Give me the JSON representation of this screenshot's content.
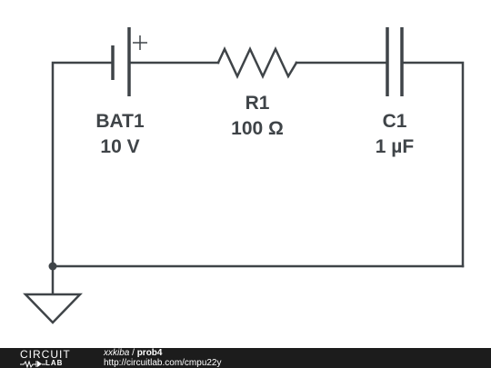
{
  "components": {
    "battery": {
      "name": "BAT1",
      "value": "10 V",
      "polarity_mark": "+"
    },
    "resistor": {
      "name": "R1",
      "value": "100 Ω"
    },
    "capacitor": {
      "name": "C1",
      "value": "1 µF"
    },
    "ground": {
      "symbol": "ground-symbol"
    }
  },
  "footer": {
    "logo_top": "CIRCUIT",
    "logo_bottom": "LAB",
    "author": "xxkiba",
    "separator": " / ",
    "project": "prob4",
    "url": "http://circuitlab.com/cmpu22y"
  },
  "colors": {
    "wire": "#3f4448",
    "footer_bg": "#1c1c1c",
    "footer_text": "#ffffff"
  }
}
